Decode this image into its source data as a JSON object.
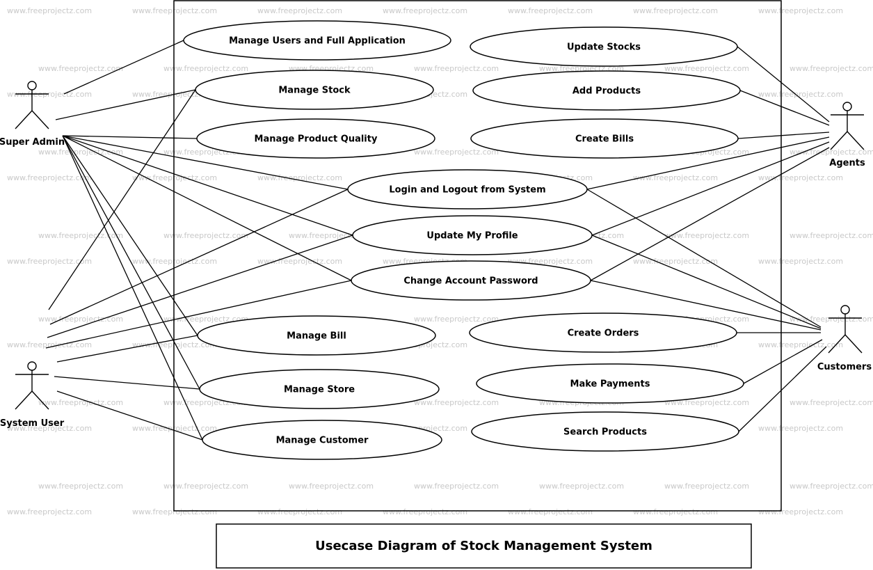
{
  "title": "Usecase Diagram of Stock Management System",
  "watermark": "www.freeprojectz.com",
  "actors": [
    {
      "id": "super-admin",
      "label": "Super Admin"
    },
    {
      "id": "system-user",
      "label": "System User"
    },
    {
      "id": "agents",
      "label": "Agents"
    },
    {
      "id": "customers",
      "label": "Customers"
    }
  ],
  "usecases": [
    {
      "id": "manage-users",
      "label": "Manage Users and Full Application"
    },
    {
      "id": "manage-stock",
      "label": "Manage Stock"
    },
    {
      "id": "manage-quality",
      "label": "Manage Product Quality"
    },
    {
      "id": "update-stocks",
      "label": "Update Stocks"
    },
    {
      "id": "add-products",
      "label": "Add Products"
    },
    {
      "id": "create-bills",
      "label": "Create Bills"
    },
    {
      "id": "login-logout",
      "label": "Login and Logout from System"
    },
    {
      "id": "update-profile",
      "label": "Update My Profile"
    },
    {
      "id": "change-password",
      "label": "Change Account Password"
    },
    {
      "id": "manage-bill",
      "label": "Manage Bill"
    },
    {
      "id": "create-orders",
      "label": "Create Orders"
    },
    {
      "id": "manage-store",
      "label": "Manage Store"
    },
    {
      "id": "make-payments",
      "label": "Make Payments"
    },
    {
      "id": "manage-customer",
      "label": "Manage Customer"
    },
    {
      "id": "search-products",
      "label": "Search Products"
    }
  ],
  "associations": [
    [
      "super-admin",
      "manage-users"
    ],
    [
      "super-admin",
      "manage-stock"
    ],
    [
      "super-admin",
      "manage-quality"
    ],
    [
      "super-admin",
      "login-logout"
    ],
    [
      "super-admin",
      "update-profile"
    ],
    [
      "super-admin",
      "change-password"
    ],
    [
      "super-admin",
      "manage-bill"
    ],
    [
      "super-admin",
      "manage-store"
    ],
    [
      "super-admin",
      "manage-customer"
    ],
    [
      "system-user",
      "manage-stock"
    ],
    [
      "system-user",
      "login-logout"
    ],
    [
      "system-user",
      "update-profile"
    ],
    [
      "system-user",
      "change-password"
    ],
    [
      "system-user",
      "manage-bill"
    ],
    [
      "system-user",
      "manage-store"
    ],
    [
      "system-user",
      "manage-customer"
    ],
    [
      "agents",
      "update-stocks"
    ],
    [
      "agents",
      "add-products"
    ],
    [
      "agents",
      "create-bills"
    ],
    [
      "agents",
      "login-logout"
    ],
    [
      "agents",
      "update-profile"
    ],
    [
      "agents",
      "change-password"
    ],
    [
      "customers",
      "login-logout"
    ],
    [
      "customers",
      "update-profile"
    ],
    [
      "customers",
      "change-password"
    ],
    [
      "customers",
      "create-orders"
    ],
    [
      "customers",
      "make-payments"
    ],
    [
      "customers",
      "search-products"
    ]
  ]
}
